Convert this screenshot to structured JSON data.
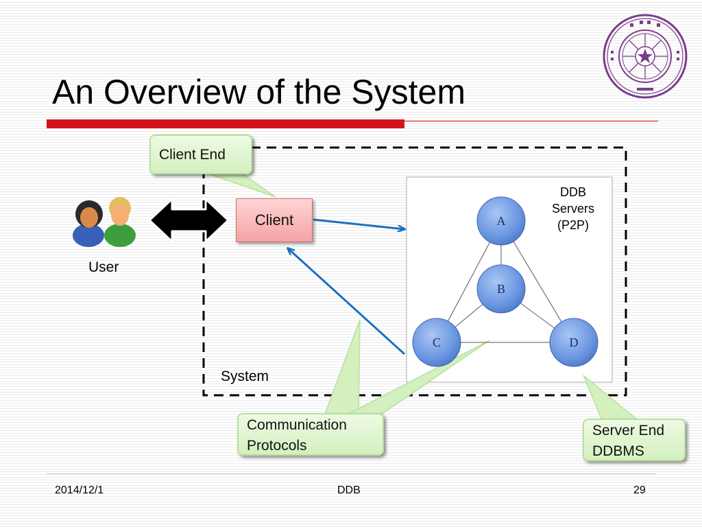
{
  "slide": {
    "title": "An Overview of the System",
    "footer": {
      "date": "2014/12/1",
      "center": "DDB",
      "page": "29"
    }
  },
  "diagram": {
    "callouts": {
      "client_end": "Client End",
      "communication": [
        "Communication",
        "Protocols"
      ],
      "server_end": [
        "Server End",
        "DDBMS"
      ]
    },
    "client_label": "Client",
    "user_label": "User",
    "system_label": "System",
    "servers_label": [
      "DDB",
      "Servers",
      "(P2P)"
    ],
    "nodes": [
      "A",
      "B",
      "C",
      "D"
    ],
    "colors": {
      "title_bar": "#d2141b",
      "node_fill": "#6a95e0",
      "arrow": "#1b6fc0",
      "callout": "#d4f0bf",
      "client": "#f4a3a3",
      "seal": "#7a3c8c"
    }
  }
}
